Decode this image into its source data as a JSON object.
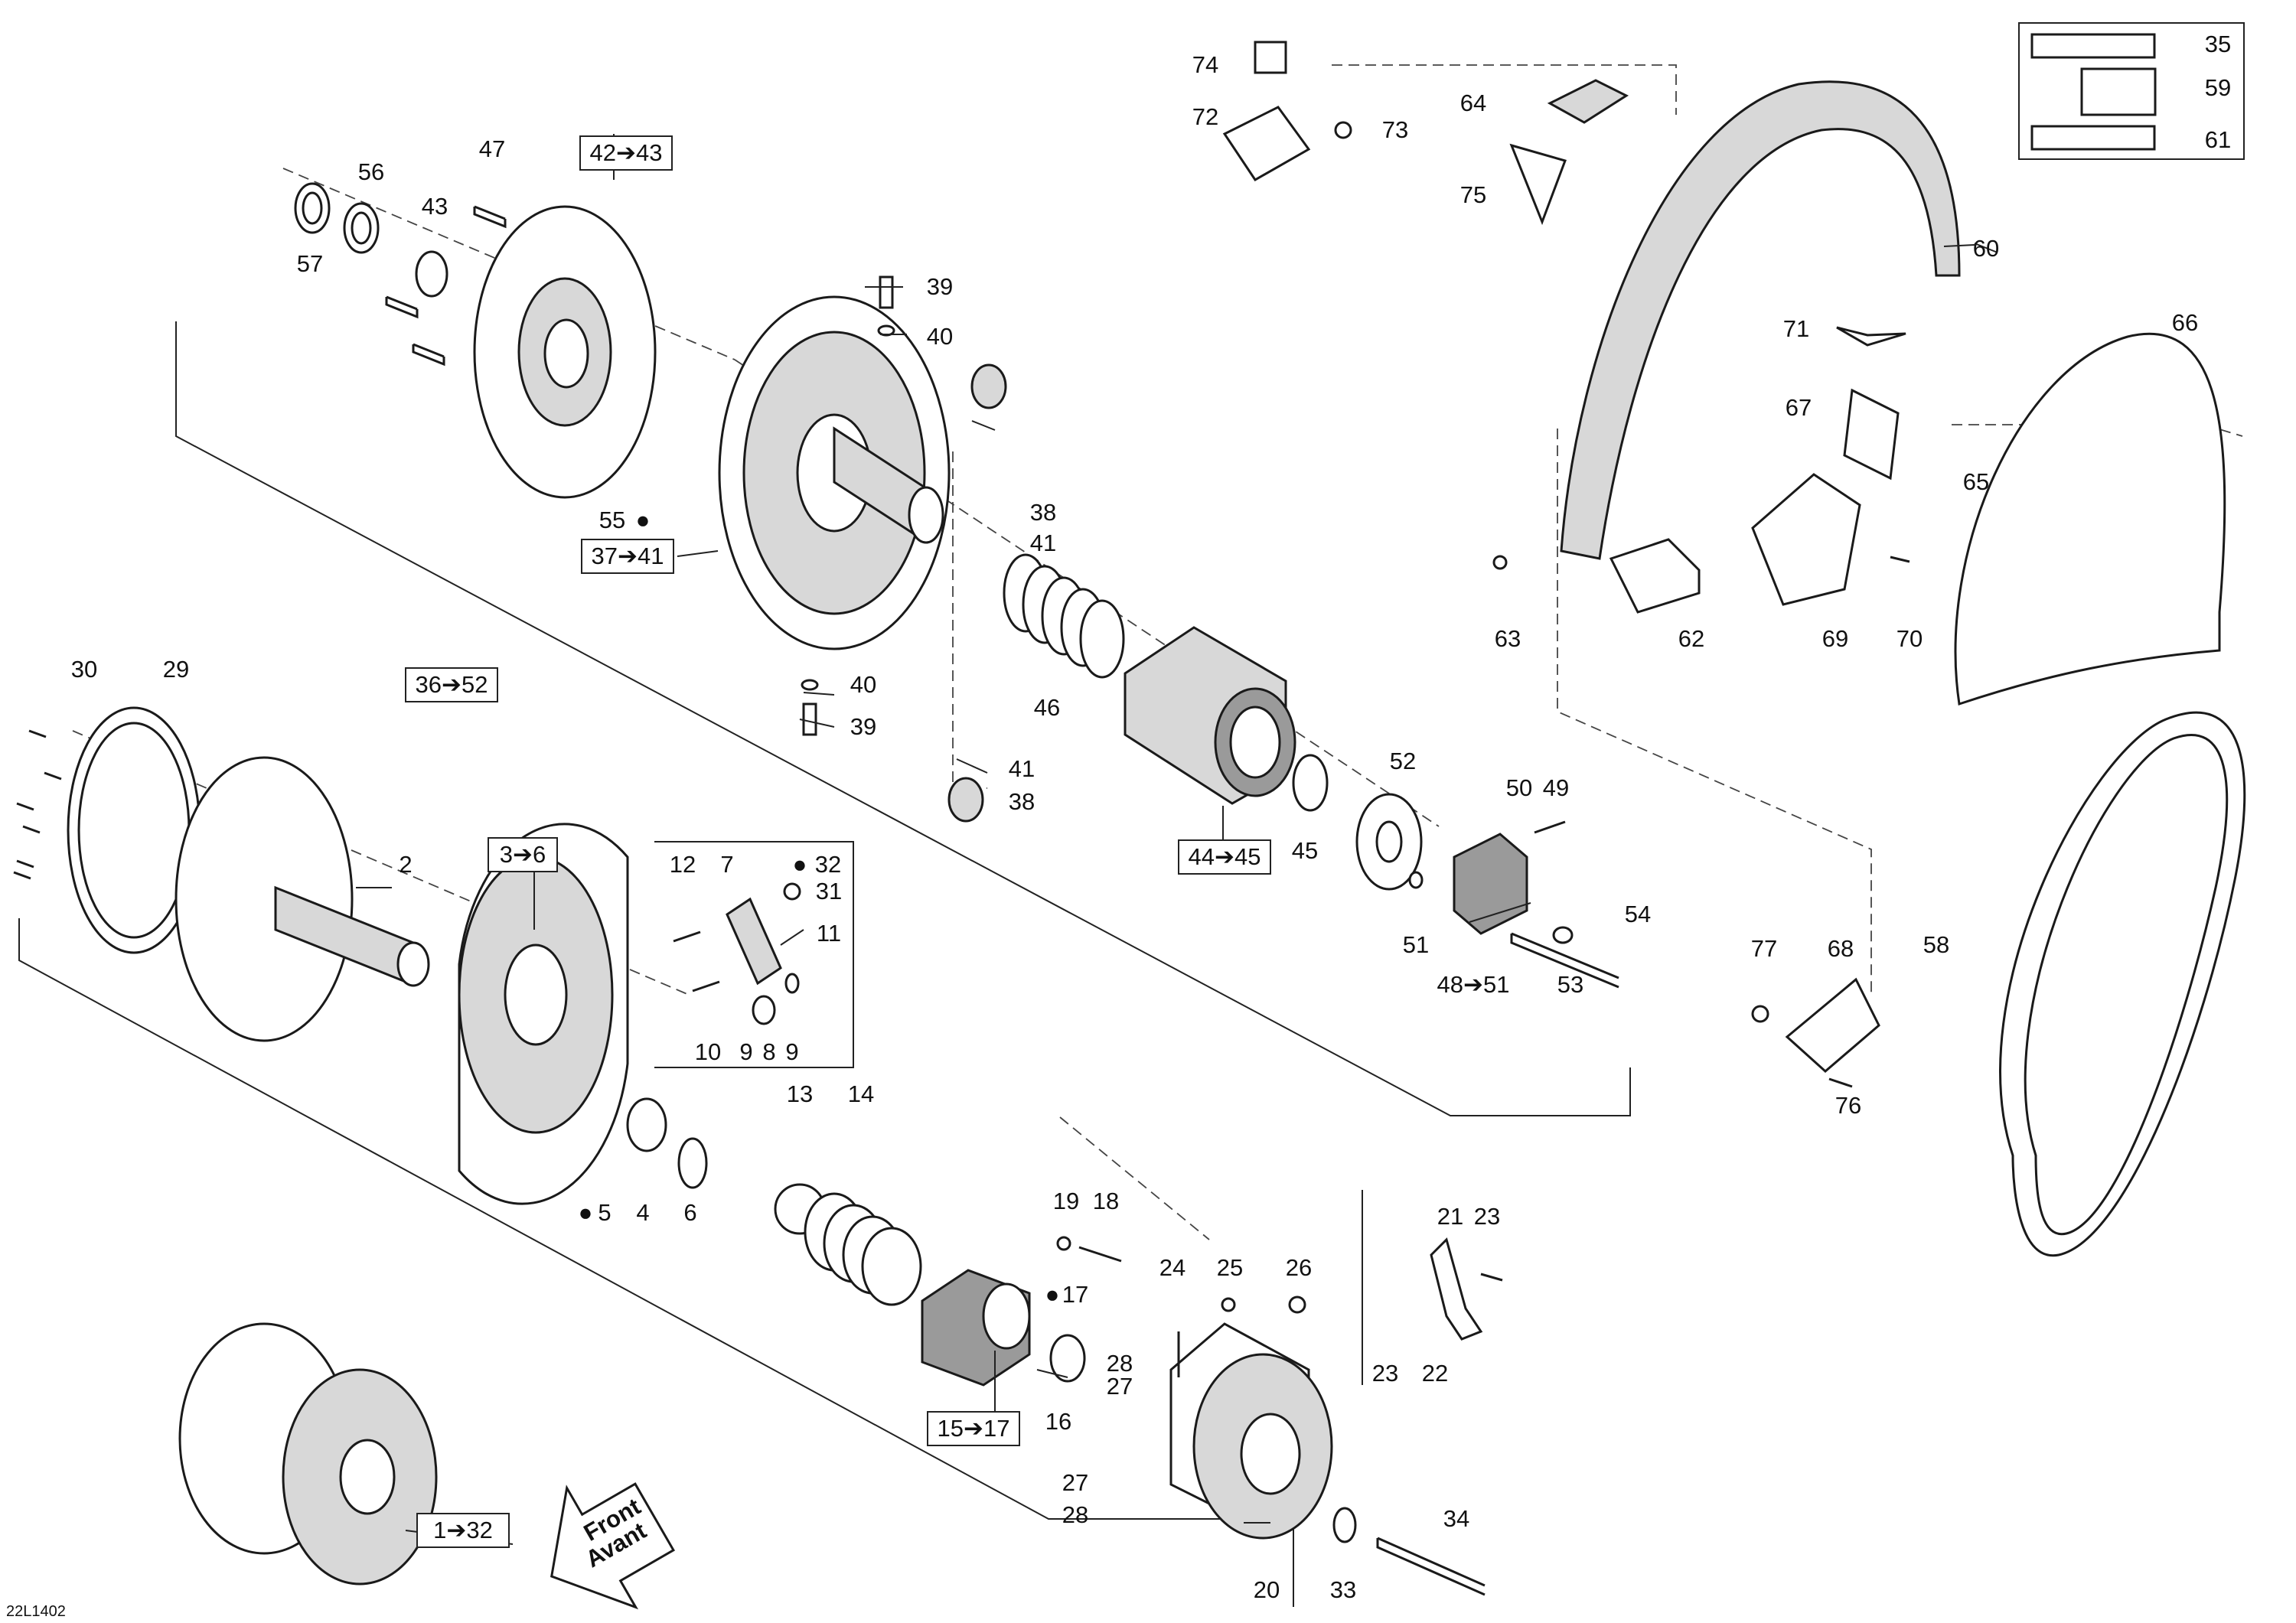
{
  "diagram_id": "22L1402",
  "arrow_label": "→",
  "oil_symbol": "●",
  "direction_arrow": {
    "line1": "Front",
    "line2": "Avant"
  },
  "callouts": {
    "c1_32": "1➔32",
    "c2": "2",
    "c3_6": "3➔6",
    "c4": "4",
    "c5": "5",
    "c6": "6",
    "c7": "7",
    "c8": "8",
    "c9a": "9",
    "c9b": "9",
    "c10": "10",
    "c11": "11",
    "c12": "12",
    "c13": "13",
    "c14": "14",
    "c15_17": "15➔17",
    "c16": "16",
    "c17": "17",
    "c18": "18",
    "c19": "19",
    "c20": "20",
    "c21": "21",
    "c22": "22",
    "c23a": "23",
    "c23b": "23",
    "c24": "24",
    "c25": "25",
    "c26": "26",
    "c27a": "27",
    "c27b": "27",
    "c28a": "28",
    "c28b": "28",
    "c29": "29",
    "c30": "30",
    "c31": "31",
    "c32": "32",
    "c33": "33",
    "c34": "34",
    "c35": "35",
    "c36_52": "36➔52",
    "c37_41": "37➔41",
    "c38a": "38",
    "c38b": "38",
    "c39a": "39",
    "c39b": "39",
    "c40a": "40",
    "c40b": "40",
    "c41a": "41",
    "c41b": "41",
    "c42_43": "42➔43",
    "c43": "43",
    "c44_45": "44➔45",
    "c45": "45",
    "c46": "46",
    "c47": "47",
    "c48_51": "48➔51",
    "c49": "49",
    "c50": "50",
    "c51": "51",
    "c52": "52",
    "c53": "53",
    "c54": "54",
    "c55": "55",
    "c56": "56",
    "c57": "57",
    "c58": "58",
    "c59": "59",
    "c60": "60",
    "c61": "61",
    "c62": "62",
    "c63": "63",
    "c64": "64",
    "c65": "65",
    "c66": "66",
    "c67": "67",
    "c68": "68",
    "c69": "69",
    "c70": "70",
    "c71": "71",
    "c72": "72",
    "c73": "73",
    "c74": "74",
    "c75": "75",
    "c76": "76",
    "c77": "77"
  }
}
